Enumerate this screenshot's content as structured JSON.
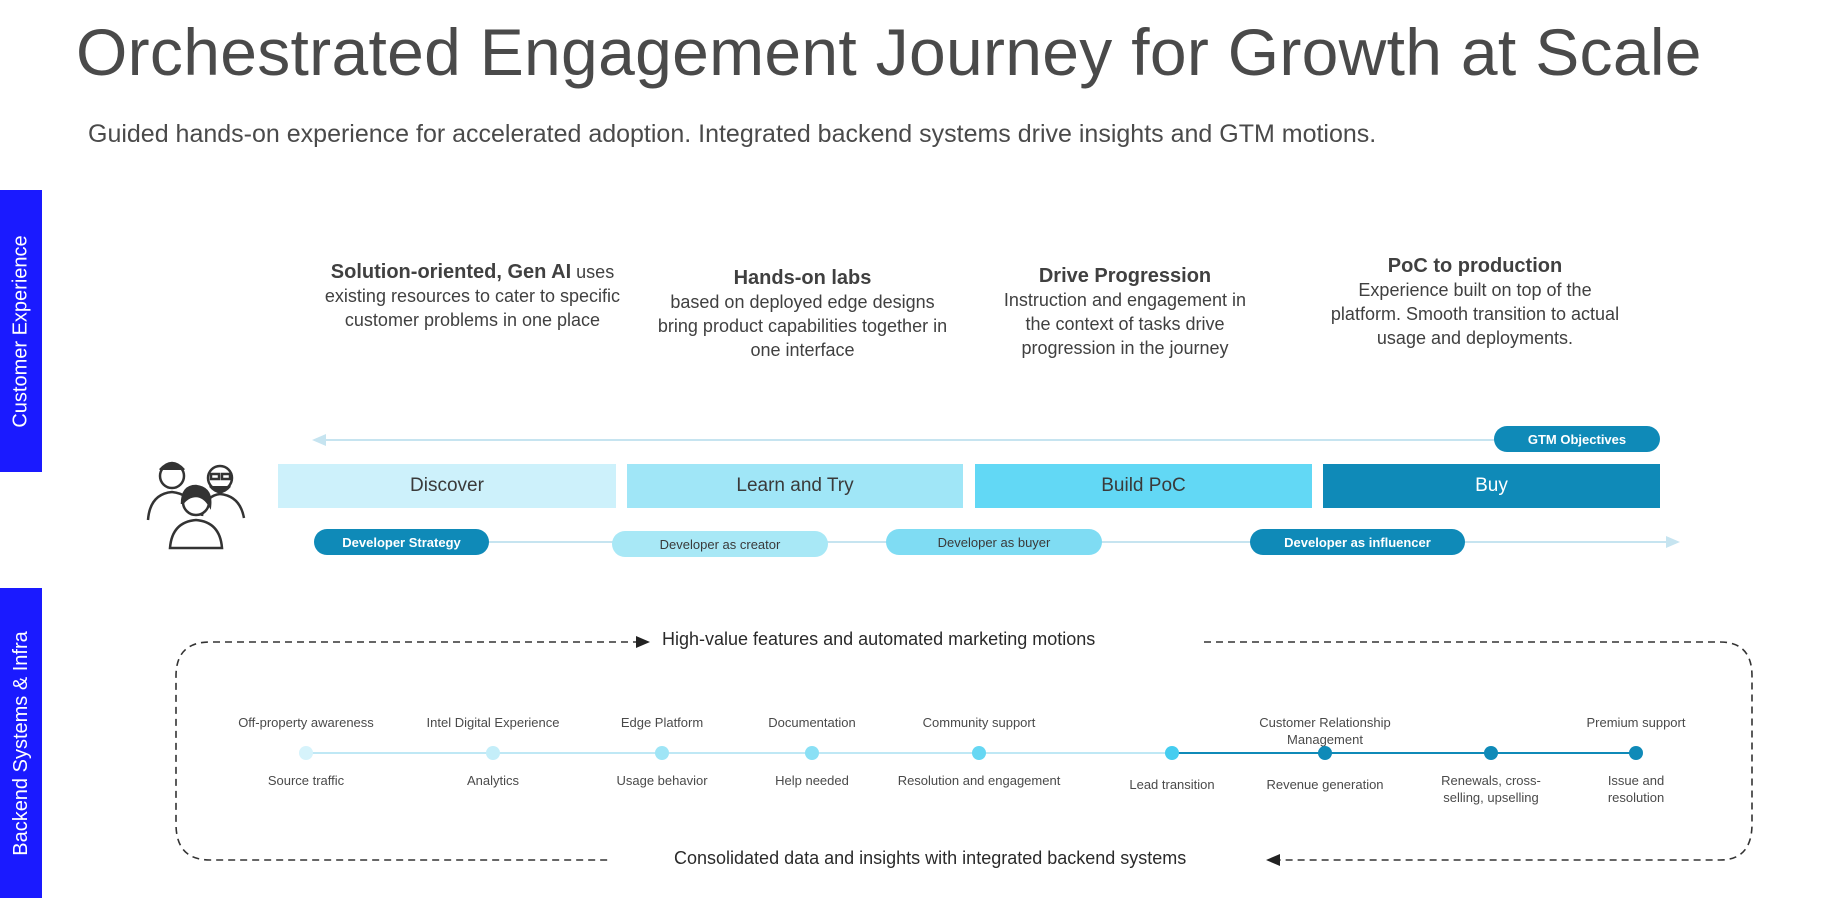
{
  "header": {
    "title": "Orchestrated Engagement Journey for Growth at Scale",
    "subtitle": "Guided hands-on experience for accelerated adoption. Integrated backend systems drive insights and GTM motions."
  },
  "side_tabs": {
    "customer": "Customer Experience",
    "backend": "Backend Systems & Infra"
  },
  "stage_descriptions": [
    {
      "heading": "Solution-oriented, Gen AI",
      "lead": " uses",
      "body": "existing resources to cater to specific customer problems in one place"
    },
    {
      "heading": "Hands-on labs",
      "lead": "",
      "body": "based on deployed edge designs bring product capabilities together in one interface"
    },
    {
      "heading": "Drive Progression",
      "lead": "",
      "body": "Instruction and engagement in the context of tasks drive progression in the journey"
    },
    {
      "heading": "PoC to production",
      "lead": "",
      "body": "Experience built on top of the platform. Smooth transition to actual usage and deployments."
    }
  ],
  "gtm_objectives": "GTM Objectives",
  "stages": [
    {
      "label": "Discover",
      "color": "#cdf1fb",
      "text_color": "#3a3a3a"
    },
    {
      "label": "Learn and Try",
      "color": "#a0e6f7",
      "text_color": "#3a3a3a"
    },
    {
      "label": "Build PoC",
      "color": "#62d8f5",
      "text_color": "#3a3a3a"
    },
    {
      "label": "Buy",
      "color": "#0f8ab8",
      "text_color": "#ffffff"
    }
  ],
  "personas": [
    {
      "label": "Developer Strategy",
      "style": "dark"
    },
    {
      "label": "Developer as creator",
      "style": "light"
    },
    {
      "label": "Developer as buyer",
      "style": "mid"
    },
    {
      "label": "Developer as influencer",
      "style": "dark"
    }
  ],
  "backend": {
    "top_flow": "High-value features and automated marketing motions",
    "bottom_flow": "Consolidated data and insights with integrated backend systems",
    "nodes": [
      {
        "top": "Off-property awareness",
        "bottom": "Source traffic",
        "color": "#d6f3fb"
      },
      {
        "top": "Intel Digital Experience",
        "bottom": "Analytics",
        "color": "#c4eef9"
      },
      {
        "top": "Edge Platform",
        "bottom": "Usage behavior",
        "color": "#9fe5f6"
      },
      {
        "top": "Documentation",
        "bottom": "Help needed",
        "color": "#8ae0f5"
      },
      {
        "top": "Community support",
        "bottom": "Resolution and engagement",
        "color": "#66d7f3"
      },
      {
        "top": "",
        "bottom": "Lead transition",
        "color": "#45cdf0"
      },
      {
        "top": "Customer Relationship Management",
        "bottom": "Revenue generation",
        "color": "#0f8ab8"
      },
      {
        "top": "",
        "bottom": "Renewals, cross-selling, upselling",
        "color": "#0f8ab8"
      },
      {
        "top": "Premium support",
        "bottom": "Issue and resolution",
        "color": "#0f8ab8"
      }
    ]
  }
}
